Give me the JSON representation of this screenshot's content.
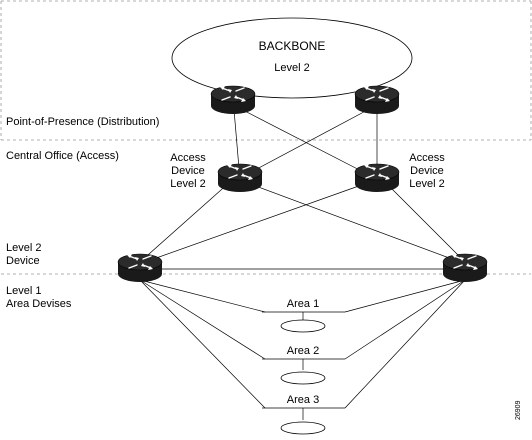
{
  "backbone": {
    "title": "BACKBONE",
    "level": "Level 2"
  },
  "zones": {
    "pop": "Point-of-Presence (Distribution)",
    "central_office": "Central Office (Access)"
  },
  "access_left": {
    "line1": "Access",
    "line2": "Device",
    "line3": "Level 2"
  },
  "access_right": {
    "line1": "Access",
    "line2": "Device",
    "line3": "Level 2"
  },
  "level2_device": {
    "line1": "Level 2",
    "line2": "Device"
  },
  "level1_devices": {
    "line1": "Level 1",
    "line2": "Area Devises"
  },
  "areas": [
    "Area 1",
    "Area 2",
    "Area 3"
  ],
  "figure_id": "26909",
  "colors": {
    "line": "#000000",
    "dash": "#999999",
    "router_dark": "#1a1a1a"
  },
  "icons": {
    "router": "router-icon"
  }
}
